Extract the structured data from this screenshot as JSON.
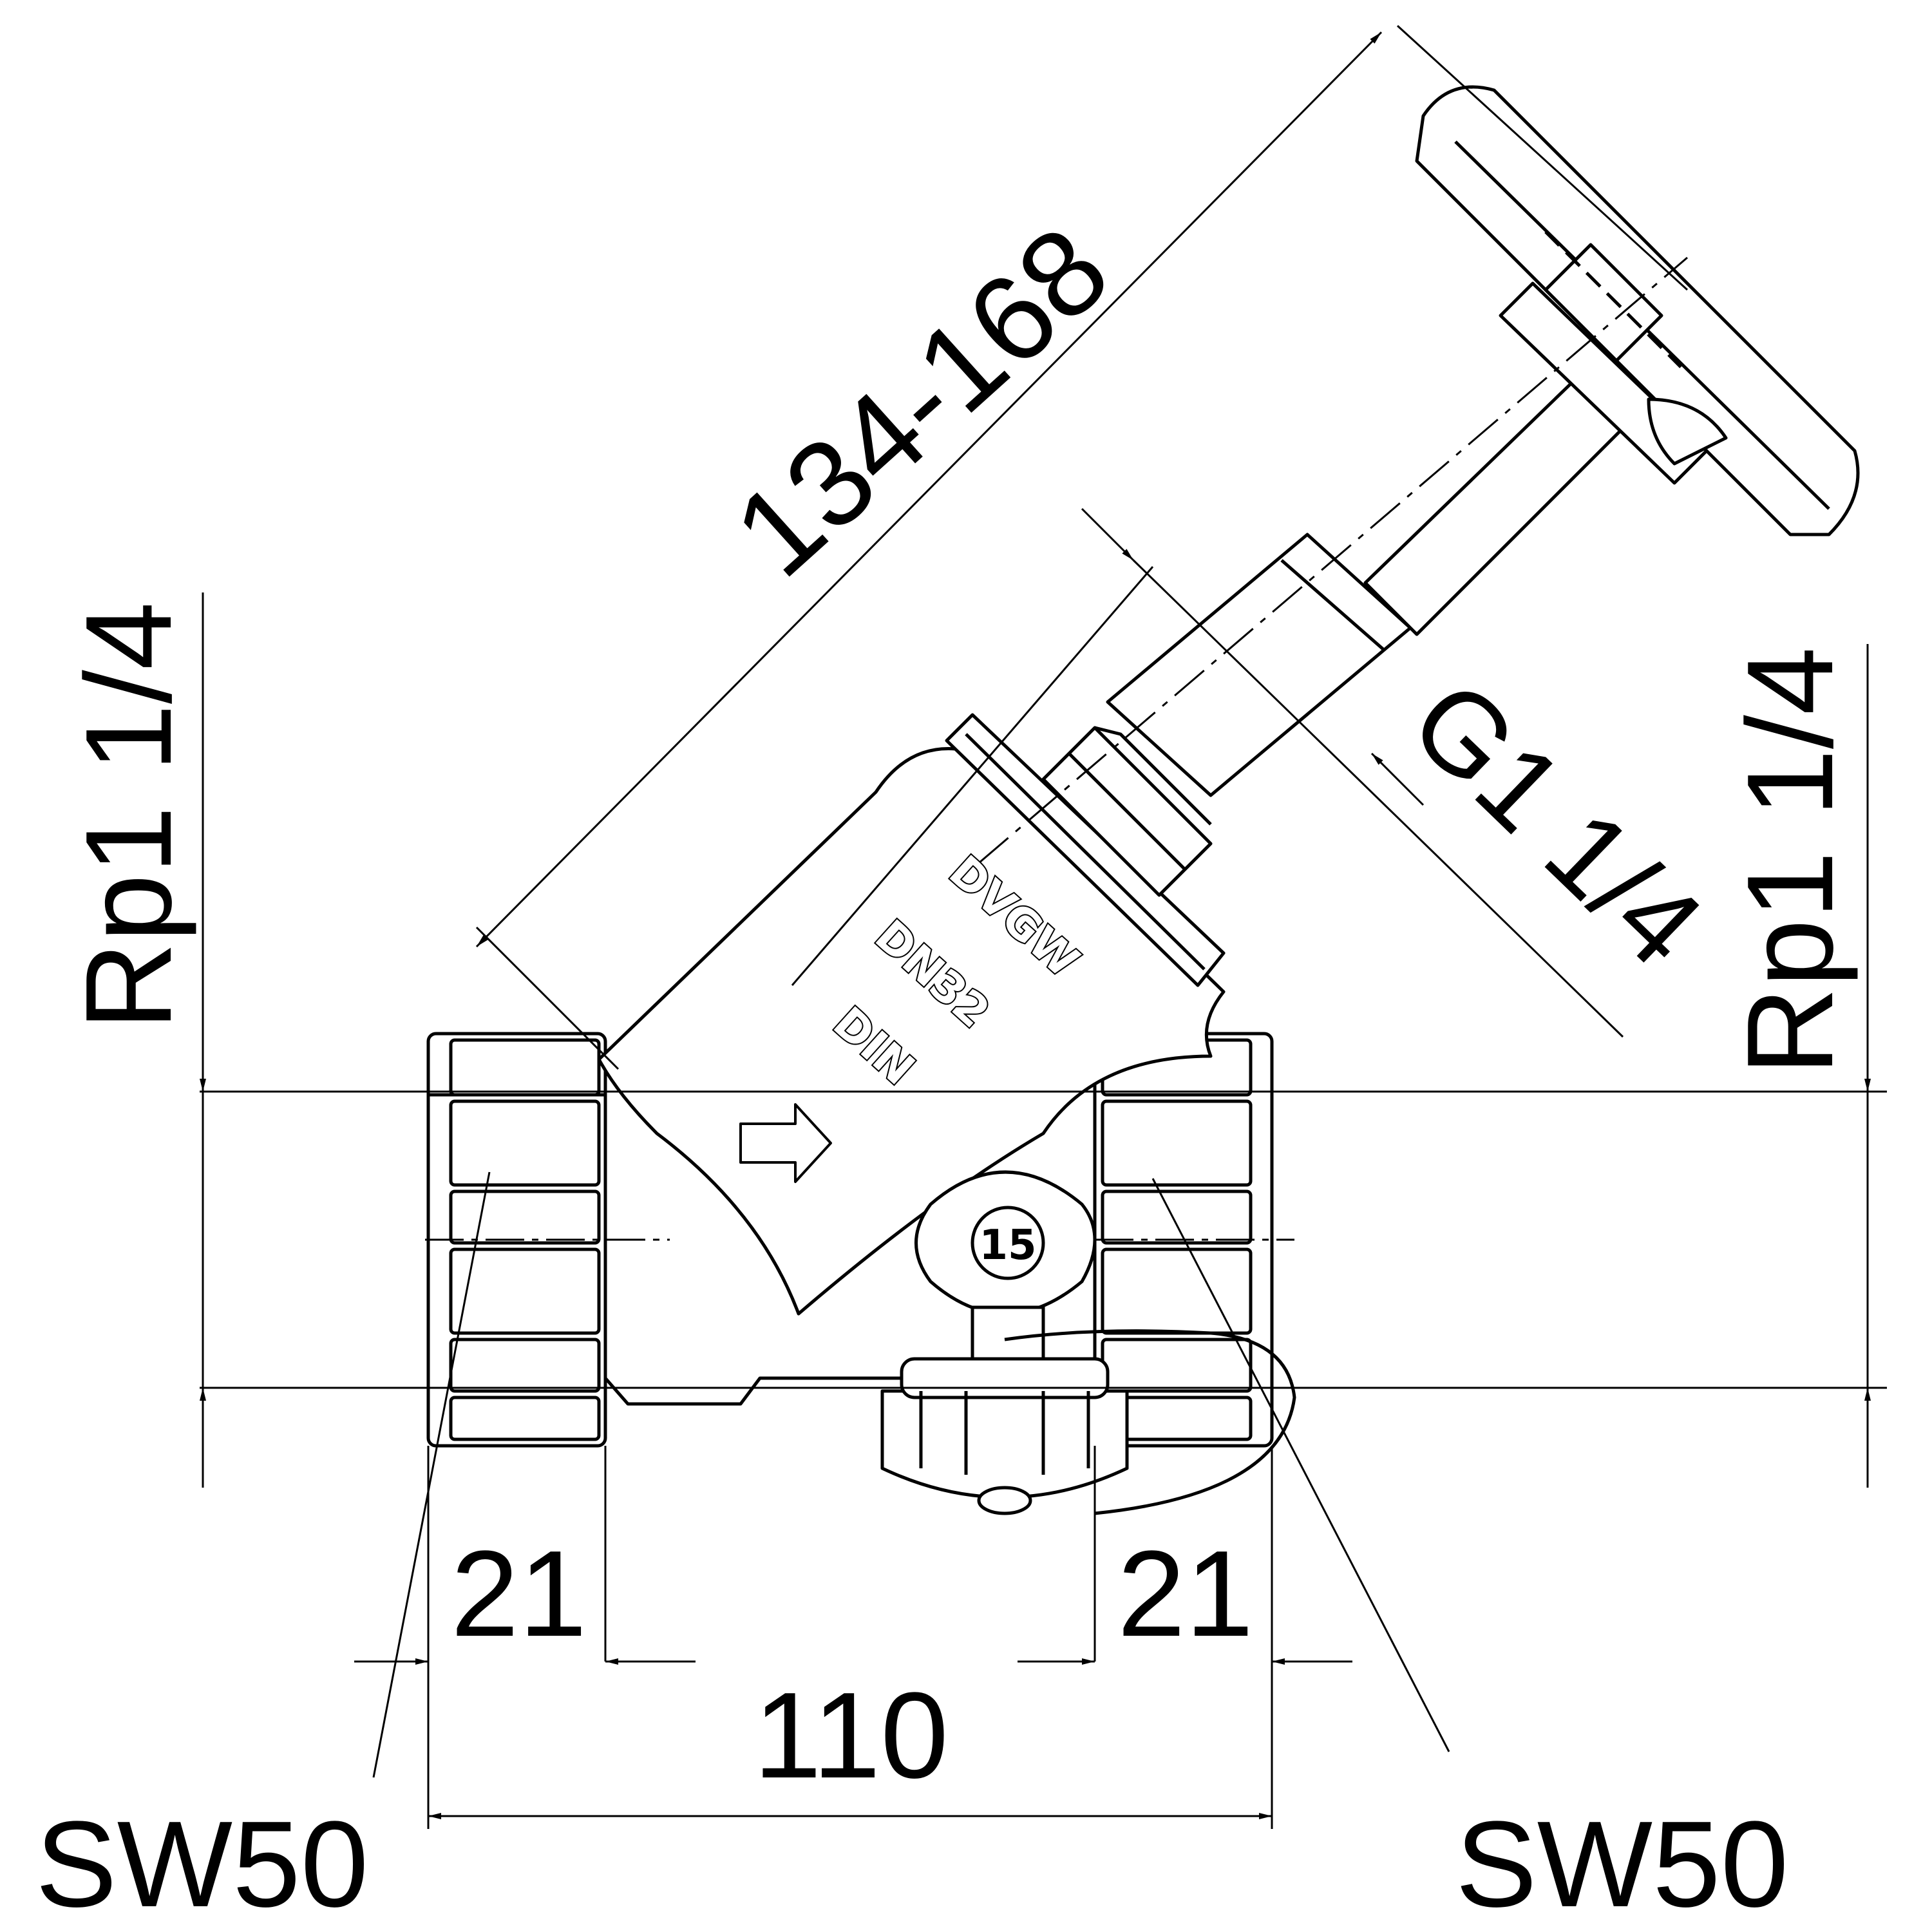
{
  "dimensions": {
    "overall_height": "134-168",
    "stem_thread": "G1 1/4",
    "left_thread": "Rp1 1/4",
    "right_thread": "Rp1 1/4",
    "left_depth": "21",
    "right_depth": "21",
    "overall_length": "110",
    "left_wrench": "SW50",
    "right_wrench": "SW50"
  },
  "markings": {
    "brand": "DVGW",
    "size": "DN32",
    "standard": "DIN",
    "flow_direction_icon": "flow-arrow-icon",
    "badge_icon": "15-badge-icon"
  },
  "colors": {
    "line": "#000000",
    "background": "#ffffff"
  }
}
